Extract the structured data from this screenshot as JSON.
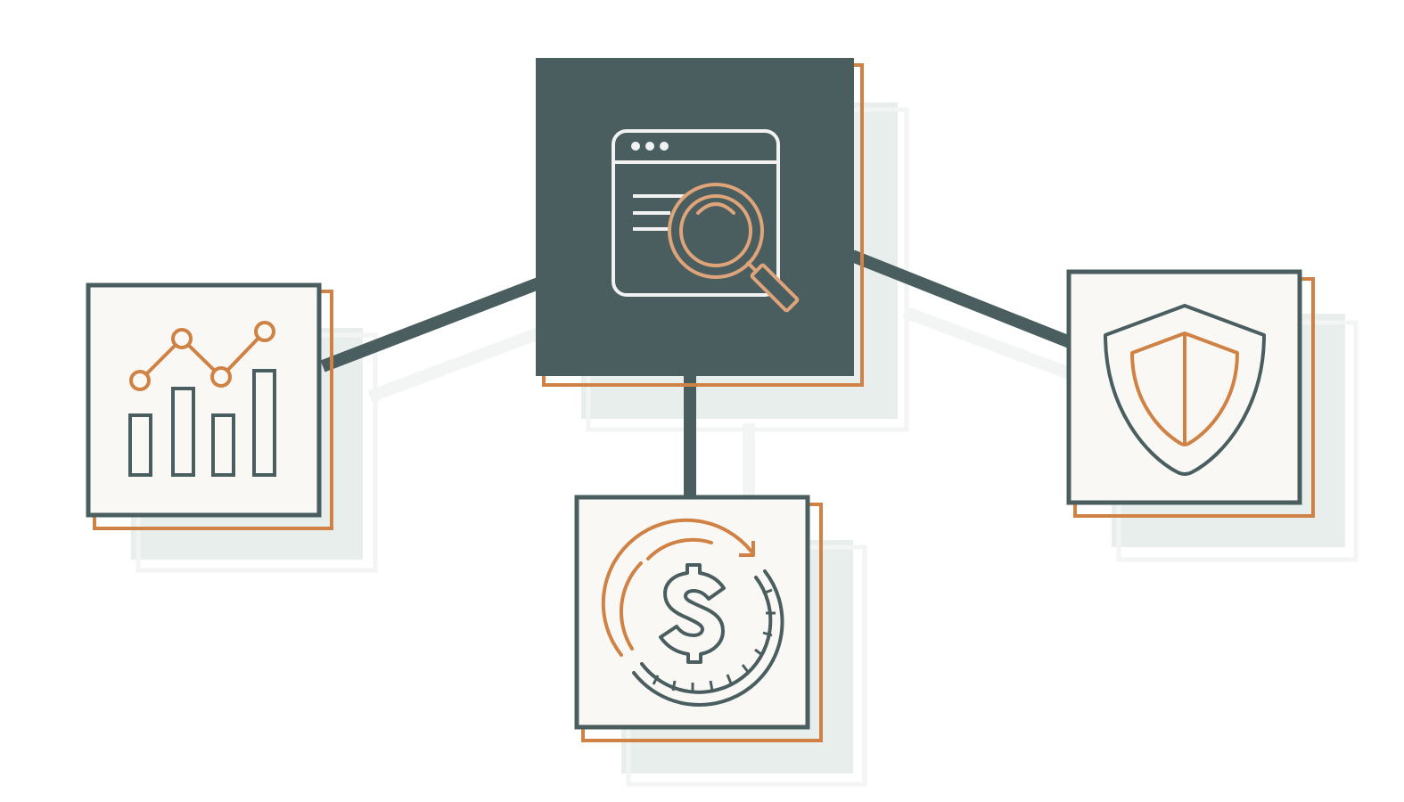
{
  "colors": {
    "dark": "#4a5e5f",
    "accent": "#d08245",
    "light_accent": "#dfa47a",
    "card_bg": "#f9f8f5",
    "shadow": "#e8eeec",
    "shadow_line": "#f2f5f4",
    "icon_white": "#f2f2f2",
    "background": "#ffffff"
  },
  "nodes": [
    {
      "id": "center",
      "icon": "browser-search-icon",
      "style": "dark"
    },
    {
      "id": "left",
      "icon": "analytics-chart-icon",
      "style": "light"
    },
    {
      "id": "right",
      "icon": "security-shield-icon",
      "style": "light"
    },
    {
      "id": "bottom",
      "icon": "dollar-cycle-icon",
      "style": "light"
    }
  ],
  "edges": [
    {
      "from": "center",
      "to": "left"
    },
    {
      "from": "center",
      "to": "right"
    },
    {
      "from": "center",
      "to": "bottom"
    }
  ]
}
